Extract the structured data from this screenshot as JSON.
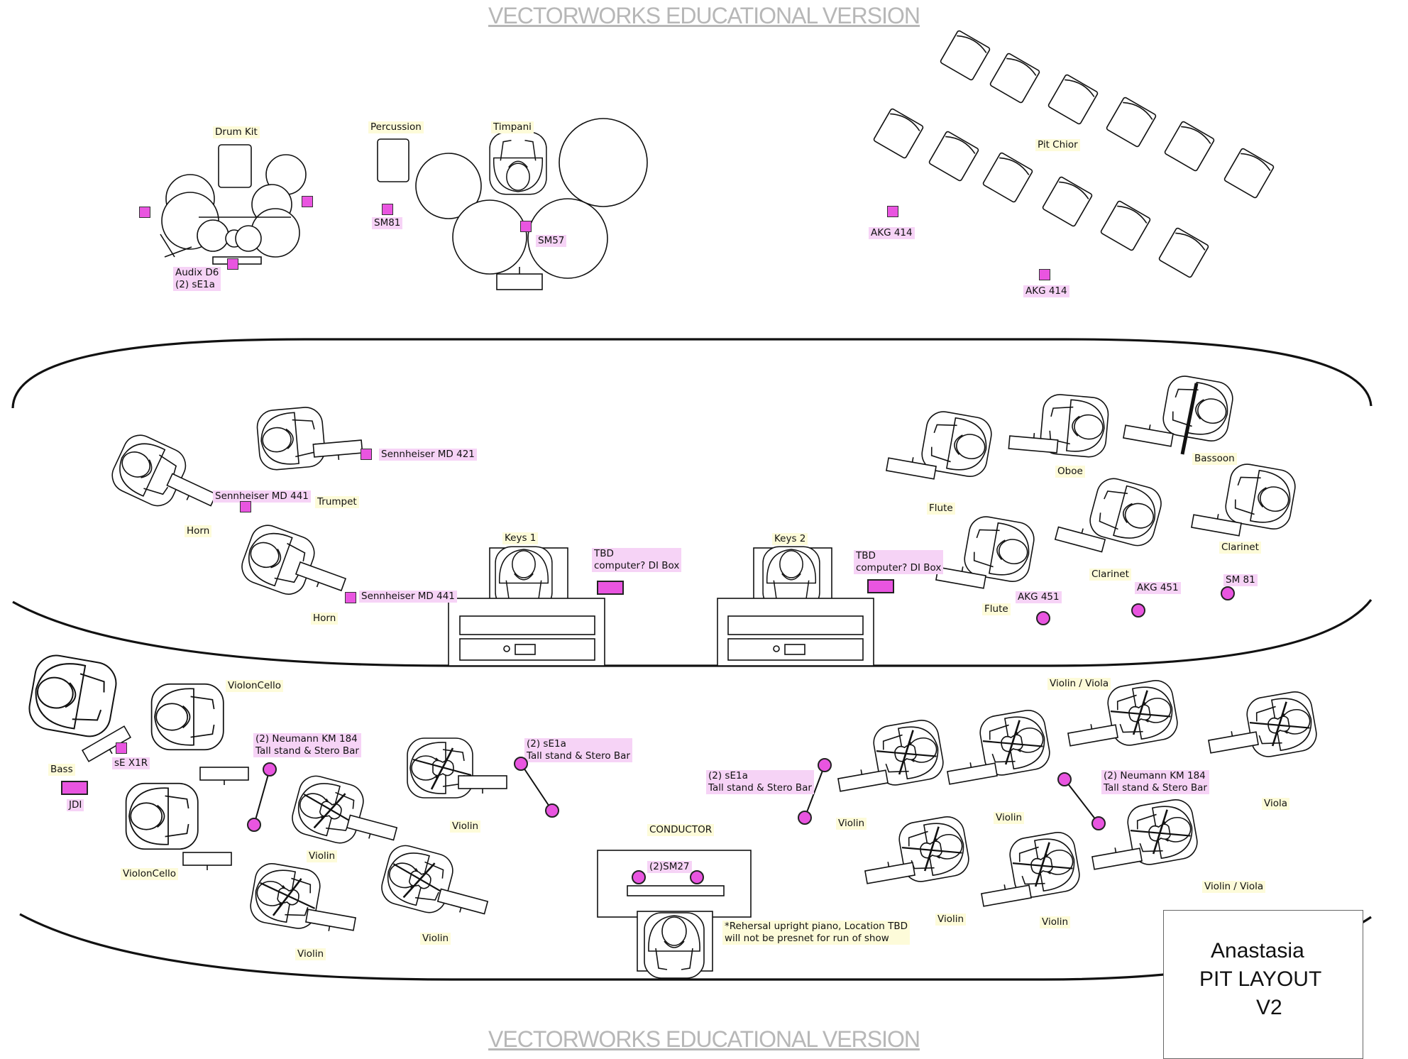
{
  "watermark": {
    "top": "VECTORWORKS EDUCATIONAL VERSION",
    "bottom": "VECTORWORKS EDUCATIONAL VERSION"
  },
  "title_block": {
    "line1": "Anastasia",
    "line2": "PIT LAYOUT",
    "line3": "V2"
  },
  "instruments": {
    "drum_kit": "Drum Kit",
    "percussion": "Percussion",
    "timpani": "Timpani",
    "pit_choir": "Pit Chior",
    "trumpet": "Trumpet",
    "horn_1": "Horn",
    "horn_2": "Horn",
    "keys_1": "Keys 1",
    "keys_2": "Keys 2",
    "flute_1": "Flute",
    "flute_2": "Flute",
    "oboe": "Oboe",
    "bassoon": "Bassoon",
    "clarinet_1": "Clarinet",
    "clarinet_2": "Clarinet",
    "violoncello_1": "ViolonCello",
    "violoncello_2": "ViolonCello",
    "bass": "Bass",
    "violin_1": "Violin",
    "violin_2": "Violin",
    "violin_3": "Violin",
    "violin_4": "Violin",
    "violin_5": "Violin",
    "violin_6": "Violin",
    "violin_7": "Violin",
    "violin_8": "Violin",
    "violin_viola_1": "Violin / Viola",
    "violin_viola_2": "Violin / Viola",
    "viola": "Viola",
    "conductor": "CONDUCTOR"
  },
  "mics": {
    "audix": "Audix D6\n(2) sE1a",
    "sm81": "SM81",
    "sm57": "SM57",
    "akg414_1": "AKG 414",
    "akg414_2": "AKG 414",
    "md421": "Sennheiser MD 421",
    "md441_1": "Sennheiser MD 441",
    "md441_2": "Sennheiser MD 441",
    "tbd_1": "TBD\ncomputer? DI Box",
    "tbd_2": "TBD\ncomputer? DI Box",
    "akg451_1": "AKG 451",
    "akg451_2": "AKG 451",
    "sm81_woods": "SM 81",
    "se_x1r": "sE X1R",
    "jdi": "JDI",
    "neumann_1": "(2) Neumann KM 184\nTall stand & Stero Bar",
    "se1a_1": "(2) sE1a\nTall stand & Stero Bar",
    "se1a_2": "(2) sE1a\nTall stand & Stero Bar",
    "neumann_2": "(2) Neumann KM 184\nTall stand & Stero Bar",
    "sm27": "(2)SM27"
  },
  "notes": {
    "piano": "*Rehersal upright piano, Location TBD\nwill not be presnet for run of show"
  },
  "colors": {
    "mic_fill": "#e955e0",
    "label_yellow": "#fdfbd9",
    "label_pink": "#f6d3f6",
    "watermark": "#b7b7b7"
  }
}
